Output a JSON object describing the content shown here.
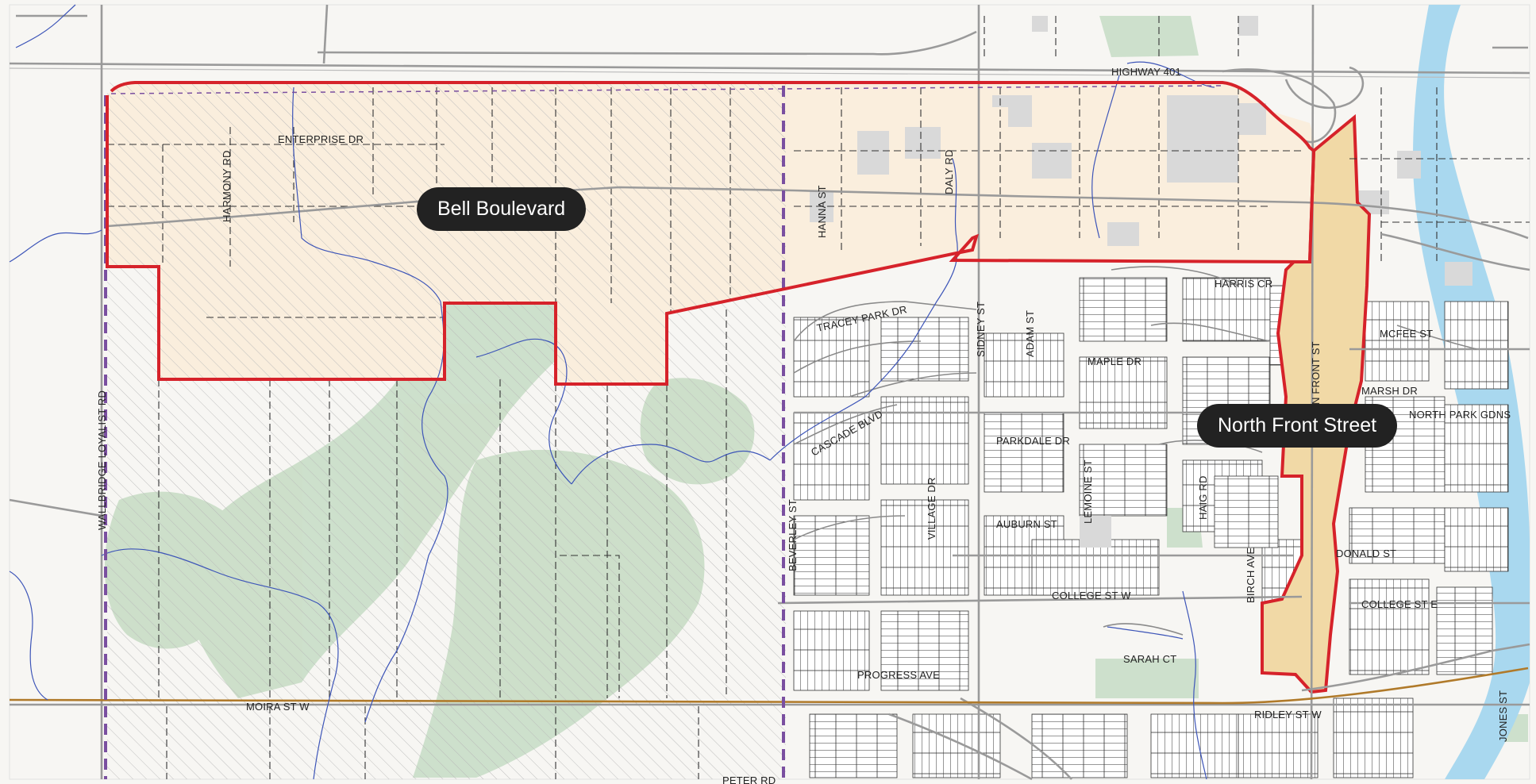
{
  "callouts": {
    "bell": "Bell Boulevard",
    "north_front": "North Front Street"
  },
  "streets": {
    "highway_401": "HIGHWAY 401",
    "enterprise": "ENTERPRISE DR",
    "hanna": "HANNA ST",
    "harmony": "HARMONY RD",
    "daly": "DALY RD",
    "tracey_park": "TRACEY PARK DR",
    "cascade": "CASCADE BLVD",
    "maple": "MAPLE DR",
    "adam": "ADAM ST",
    "sidney": "SIDNEY ST",
    "parkdale": "PARKDALE DR",
    "auburn": "AUBURN ST",
    "college": "COLLEGE ST W",
    "college_e": "COLLEGE ST E",
    "progress": "PROGRESS AVE",
    "moira": "MOIRA ST W",
    "peter": "PETER RD",
    "harris": "HARRIS CR",
    "mcfee": "MCFEE ST",
    "marsh": "MARSH DR",
    "north_park": "NORTH PARK GDNS",
    "donald": "DONALD ST",
    "ridley": "RIDLEY ST W",
    "sarah": "SARAH CT",
    "north_front": "N FRONT ST",
    "wallbridge": "WALLBRIDGE LOYALIST RD",
    "beverley": "BEVERLEY ST",
    "village": "VILLAGE DR",
    "lemoine": "LEMOINE ST",
    "haig": "HAIG RD",
    "birch": "BIRCH AVE",
    "jones": "JONES ST"
  },
  "colors": {
    "background": "#f7f6f3",
    "study_fill": "#faeedd",
    "corridor_fill": "#f1d9a6",
    "boundary": "#d6222a",
    "municipal": "#7a4fa0",
    "green": "#c6dcc4",
    "water": "#a9d8ef",
    "stream": "#3d55b8",
    "rail": "#b07a2a",
    "road": "#9a9a9a",
    "callout": "#222222"
  }
}
